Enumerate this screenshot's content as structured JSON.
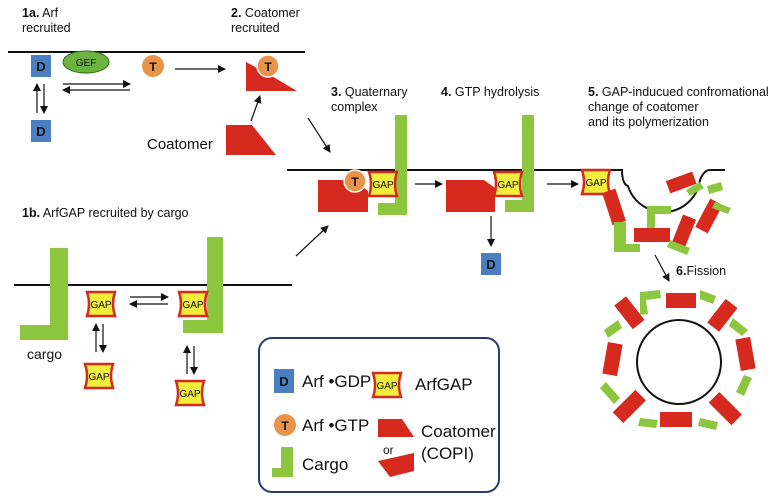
{
  "symbols": {
    "gdp_letter": "D",
    "gtp_letter": "T",
    "gef_label": "GEF",
    "gap_label": "GAP"
  },
  "colors": {
    "membrane": "#111111",
    "arf_gdp": "#4a7fc1",
    "arf_gtp": "#e8934a",
    "gef": "#6db33f",
    "gap_fill": "#f2ee3c",
    "gap_border": "#d62a1e",
    "coatomer": "#d62a1e",
    "cargo": "#8cc63f"
  },
  "steps": {
    "s1a_num": "1a.",
    "s1a_text": " Arf",
    "s1a_line2": "recruited",
    "s1b_num": "1b.",
    "s1b_text": " ArfGAP recruited by cargo",
    "s2_num": "2.",
    "s2_text": " Coatomer",
    "s2_line2": "recruited",
    "s3_num": "3.",
    "s3_text": " Quaternary",
    "s3_line2": "complex",
    "s4_num": "4.",
    "s4_text": " GTP hydrolysis",
    "s5_num": "5.",
    "s5_text": " GAP-inducued confromational",
    "s5_line2": "change of coatomer",
    "s5_line3": "and its polymerization",
    "s6_num": "6.",
    "s6_text": "Fission"
  },
  "labels": {
    "coatomer": "Coatomer",
    "cargo": "cargo"
  },
  "legend": {
    "arf_gdp": "Arf •GDP",
    "arf_gtp": "Arf •GTP",
    "cargo": "Cargo",
    "arfgap": "ArfGAP",
    "coatomer": "Coatomer",
    "copi": "(COPI)",
    "or": "or"
  }
}
